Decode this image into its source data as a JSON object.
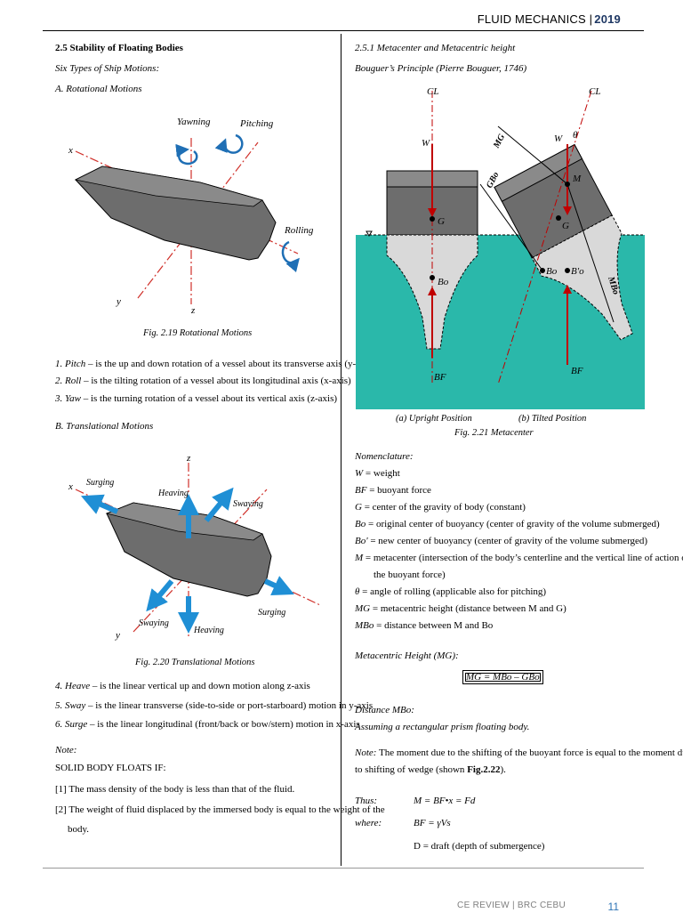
{
  "header": {
    "title": "FLUID MECHANICS |",
    "year": "2019"
  },
  "footer": {
    "text": "CE REVIEW | BRC CEBU",
    "page": "11"
  },
  "left": {
    "heading": "2.5 Stability of Floating Bodies",
    "sub1": "Six Types of Ship Motions:",
    "sub2": "A. Rotational Motions",
    "fig19": {
      "x": "x",
      "y": "y",
      "z": "z",
      "yawning": "Yawning",
      "pitching": "Pitching",
      "rolling": "Rolling",
      "caption": "Fig. 2.19 Rotational Motions"
    },
    "defs1": [
      {
        "term": "1. Pitch",
        "text": " – is the up and down rotation of a vessel about its transverse axis (y-axis)"
      },
      {
        "term": "2. Roll",
        "text": " – is the tilting rotation of a vessel about its longitudinal axis (x-axis)"
      },
      {
        "term": "3. Yaw",
        "text": " – is the turning rotation of a vessel about its vertical axis (z-axis)"
      }
    ],
    "sub3": "B. Translational Motions",
    "fig20": {
      "x": "x",
      "y": "y",
      "z": "z",
      "surging1": "Surging",
      "heaving1": "Heaving",
      "swaying1": "Swaying",
      "swaying2": "Swaying",
      "heaving2": "Heaving",
      "surging2": "Surging",
      "caption": "Fig. 2.20 Translational Motions"
    },
    "defs2": [
      {
        "term": "4. Heave",
        "text": " – is the linear vertical up and down motion along z-axis"
      },
      {
        "term": "5. Sway",
        "text": " – is the linear transverse (side-to-side or port-starboard) motion in y-axis"
      },
      {
        "term": "6. Surge",
        "text": " – is the linear longitudinal (front/back or bow/stern) motion in x-axis"
      }
    ],
    "note_label": "Note:",
    "note_title": "SOLID BODY FLOATS IF:",
    "note1": "[1] The mass density of the body is less than that of the fluid.",
    "note2a": "[2] The weight of fluid displaced by the immersed body is equal to the weight of the",
    "note2b": "body."
  },
  "right": {
    "heading": "2.5.1 Metacenter and Metacentric height",
    "sub": "Bouguer’s Principle (Pierre Bouguer, 1746)",
    "fig21": {
      "cl1": "CL",
      "cl2": "CL",
      "w1": "W",
      "w2": "W",
      "theta": "θ",
      "g1": "G",
      "g2": "G",
      "bo1": "Bo",
      "bo2": "Bo",
      "bp": "B'o",
      "m": "M",
      "bf1": "BF",
      "bf2": "BF",
      "mg": "MG",
      "gbo": "GBo",
      "mbo": "MBo",
      "cap_a": "(a) Upright Position",
      "cap_b": "(b) Tilted Position",
      "caption": "Fig. 2.21 Metacenter"
    },
    "nomenclature_title": "Nomenclature:",
    "nomenclature": [
      {
        "sym": "W",
        "text": " = weight"
      },
      {
        "sym": "BF",
        "text": " = buoyant force"
      },
      {
        "sym": "G",
        "text": " = center of the gravity of body (constant)"
      },
      {
        "sym": "Bo",
        "text": " = original center of buoyancy (center of gravity of the volume submerged)"
      },
      {
        "sym": "Bo'",
        "text": " = new center of buoyancy (center of gravity of the volume submerged)"
      },
      {
        "sym": "M",
        "text": " = metacenter (intersection of the body’s centerline and the vertical line of action of"
      },
      {
        "sym": "",
        "text": "the buoyant force)"
      },
      {
        "sym": "θ",
        "text": " = angle of rolling (applicable also for pitching)"
      },
      {
        "sym": "MG",
        "text": " = metacentric height (distance between M and G)"
      },
      {
        "sym": "MBo",
        "text": " = distance between M and Bo"
      }
    ],
    "mh_title": "Metacentric Height (MG):",
    "mh_formula": "MG = MBo – GBo",
    "dist_title": "Distance MBo:",
    "assume": "Assuming a rectangular prism floating body.",
    "note_label": "Note:",
    "note_a": " The moment due to the shifting of the buoyant force is equal to the moment due",
    "note_b": "to shifting of wedge (shown ",
    "note_fig": "Fig.2.22",
    "note_end": ").",
    "thus": "Thus:",
    "eq1": "M = BF•x = Fd",
    "where": "where:",
    "eq2": "BF = γVs",
    "eq3": "D = draft (depth of submergence)"
  }
}
